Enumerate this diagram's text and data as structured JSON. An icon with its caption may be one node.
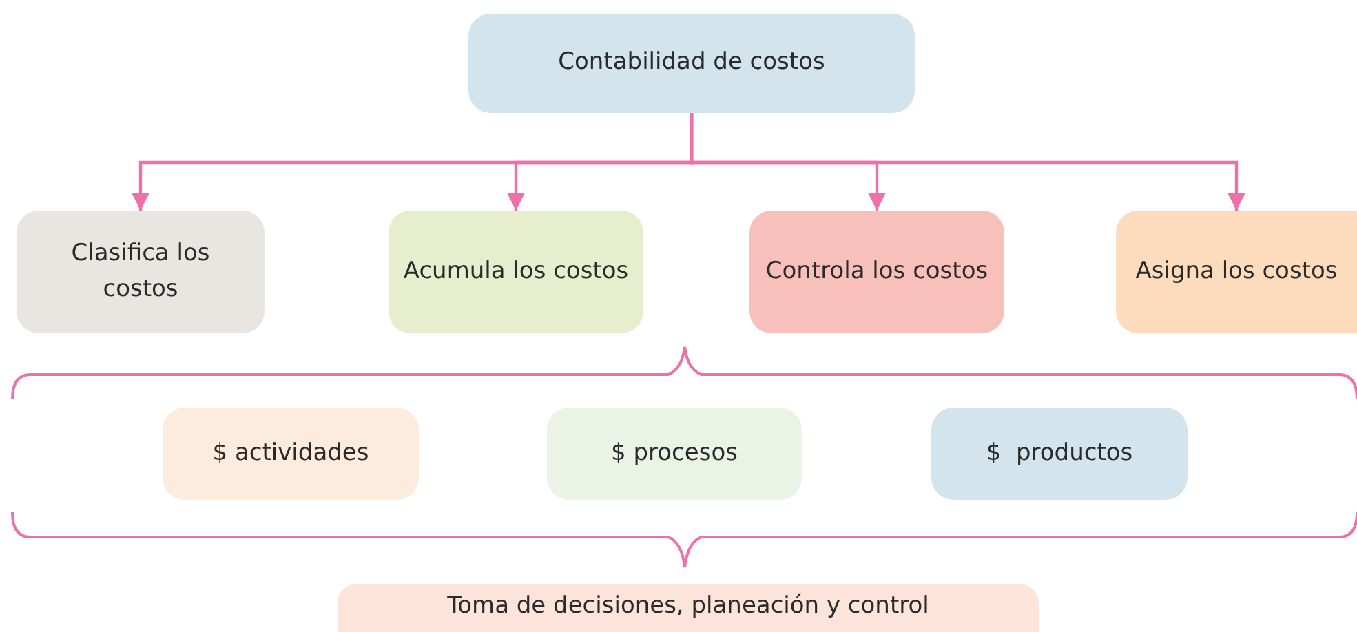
{
  "diagram": {
    "nodes": [
      {
        "text": [
          "Contabilidad de costos"
        ]
      },
      {
        "text": [
          "Clasifica los costos"
        ]
      },
      {
        "text": [
          "Acumula los costos"
        ]
      },
      {
        "text": [
          "Controla los costos"
        ]
      },
      {
        "text": [
          "Asigna los costos"
        ]
      },
      {
        "text": [
          "$ actividades"
        ]
      },
      {
        "text": [
          "$ procesos"
        ]
      },
      {
        "text": [
          "$  productos"
        ]
      },
      {
        "text": [
          "Toma de decisiones, planeación y control"
        ]
      }
    ],
    "edges": [
      {
        "from": 0,
        "to": 1,
        "arrow": "to"
      },
      {
        "from": 0,
        "to": 2,
        "arrow": "to"
      },
      {
        "from": 0,
        "to": 3,
        "arrow": "to"
      },
      {
        "from": 0,
        "to": 4,
        "arrow": "to"
      }
    ]
  }
}
